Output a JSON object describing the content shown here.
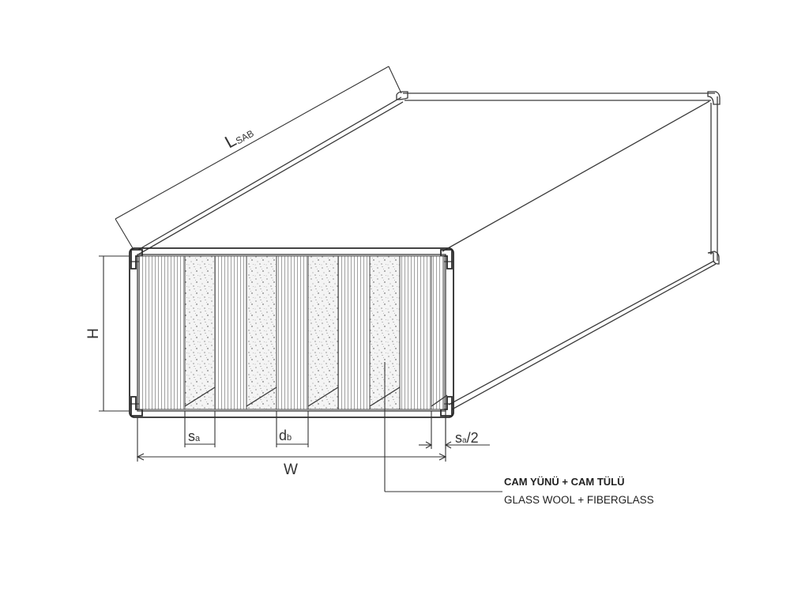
{
  "dimensions": {
    "length": {
      "main": "L",
      "sub": "SAB"
    },
    "height": "H",
    "width": "W",
    "splitter_spacing": {
      "main": "s",
      "sub": "a"
    },
    "splitter_thickness": {
      "main": "d",
      "sub": "b"
    },
    "edge_spacing": {
      "main": "s",
      "sub": "a",
      "suffix": "/2"
    }
  },
  "material_note": {
    "line1": "CAM YÜNÜ + CAM TÜLÜ",
    "line2": "GLASS WOOL + FIBERGLASS"
  },
  "colors": {
    "line": "#3a3a3a",
    "fill_wool": "#f4f4f4",
    "background": "#ffffff"
  }
}
